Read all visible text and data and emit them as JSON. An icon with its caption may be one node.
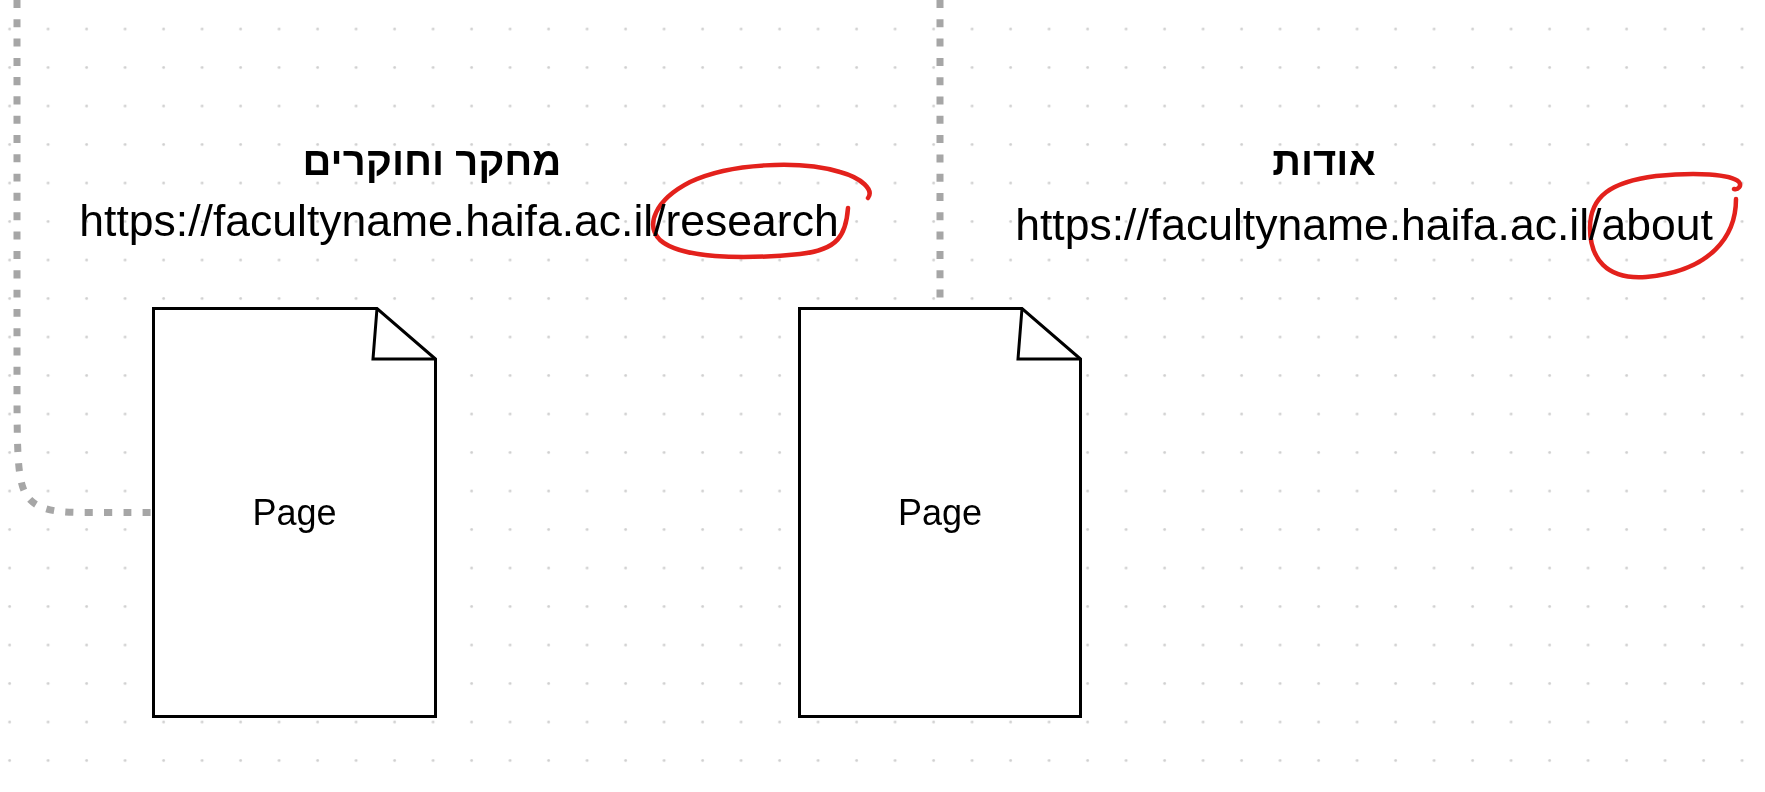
{
  "diagram": {
    "nodes": [
      {
        "text": [
          "Page"
        ]
      },
      {
        "text": [
          "Page"
        ]
      }
    ],
    "edges": [
      {
        "from": null,
        "to": 0,
        "arrow": "none",
        "style": "dashed"
      },
      {
        "from": null,
        "to": 1,
        "arrow": "none",
        "style": "dashed"
      }
    ],
    "labels": [
      "מחקר וחוקרים",
      "https://facultyname.haifa.ac.il/research",
      "אודות",
      "https://facultyname.haifa.ac.il/about"
    ]
  }
}
